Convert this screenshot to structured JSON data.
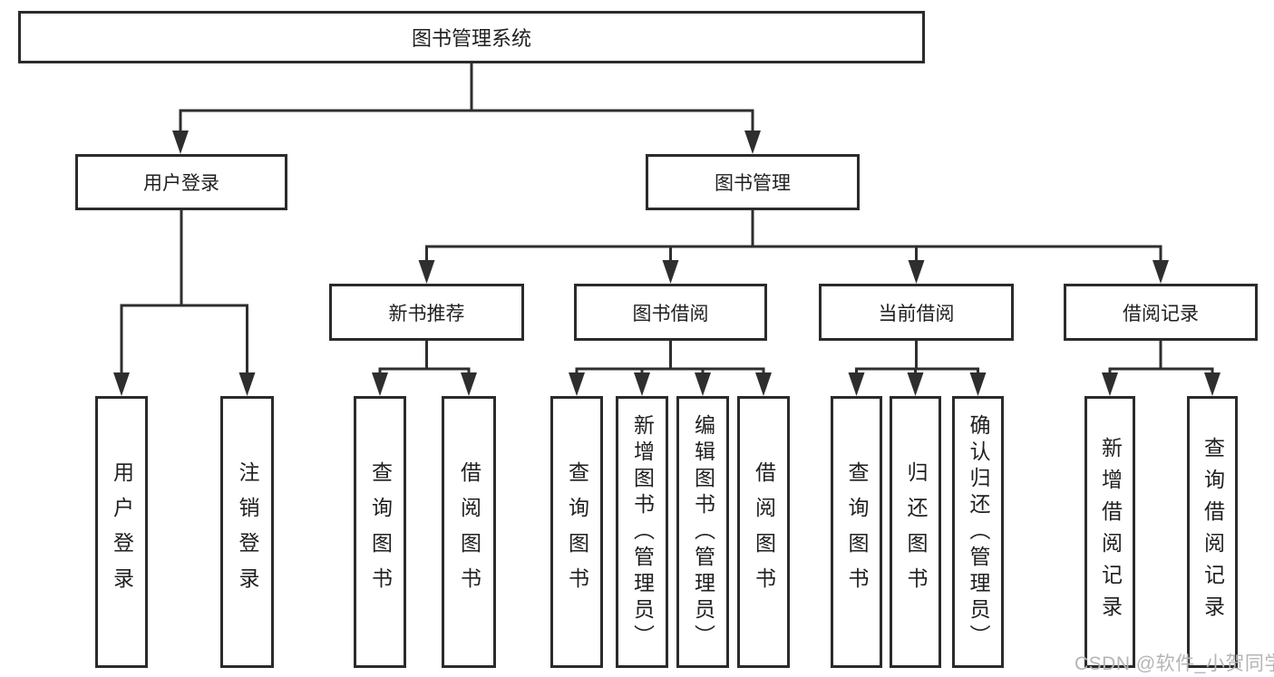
{
  "diagram": {
    "root": {
      "label": "图书管理系统"
    },
    "level2": [
      {
        "id": "user-login",
        "label": "用户登录"
      },
      {
        "id": "book-management",
        "label": "图书管理"
      }
    ],
    "level3": [
      {
        "id": "new-book-recommend",
        "label": "新书推荐"
      },
      {
        "id": "book-borrowing",
        "label": "图书借阅"
      },
      {
        "id": "current-borrowing",
        "label": "当前借阅"
      },
      {
        "id": "borrowing-records",
        "label": "借阅记录"
      }
    ],
    "leaves": {
      "user_login": [
        {
          "label": "用户登录"
        },
        {
          "label": "注销登录"
        }
      ],
      "new_book_recommend": [
        {
          "label": "查询图书"
        },
        {
          "label": "借阅图书"
        }
      ],
      "book_borrowing": [
        {
          "label": "查询图书"
        },
        {
          "label": "新增图书（管理员）"
        },
        {
          "label": "编辑图书（管理员）"
        },
        {
          "label": "借阅图书"
        }
      ],
      "current_borrowing": [
        {
          "label": "查询图书"
        },
        {
          "label": "归还图书"
        },
        {
          "label": "确认归还（管理员）"
        }
      ],
      "borrowing_records": [
        {
          "label": "新增借阅记录"
        },
        {
          "label": "查询借阅记录"
        }
      ]
    }
  },
  "watermark": "CSDN @软件_小贺同学",
  "colors": {
    "line": "#2e2e2e",
    "box_border": "#2b2b2b",
    "box_bg": "#ffffff",
    "text": "#1f1f1f",
    "watermark": "#b5b5b5",
    "background": "#ffffff"
  }
}
